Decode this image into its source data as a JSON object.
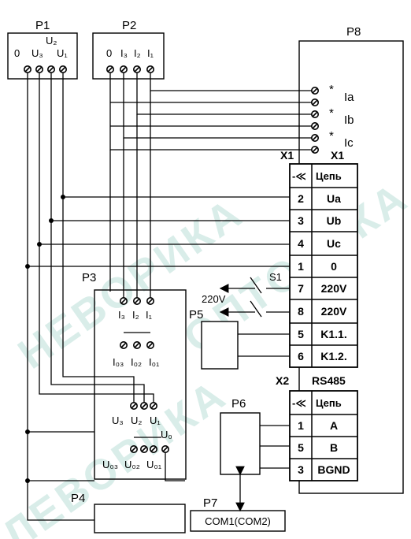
{
  "watermark": {
    "text_1": "НЕВОРИКА",
    "text_2": "ОПТОРИКА",
    "text_3": "ЛЕВОРИКА"
  },
  "p1": {
    "label": "P1",
    "u2": "U₂",
    "zero": "0",
    "u3": "U₃",
    "u1": "U₁"
  },
  "p2": {
    "label": "P2",
    "zero": "0",
    "i3": "I₃",
    "i2": "I₂",
    "i1": "I₁"
  },
  "p3": {
    "label": "P3",
    "i3": "I₃",
    "i2": "I₂",
    "i1": "I₁",
    "i03": "I₀₃",
    "i02": "I₀₂",
    "i01": "I₀₁",
    "u3": "U₃",
    "u2": "U₂",
    "u1": "U₁",
    "u0": "U₀",
    "u03": "U₀₃",
    "u02": "U₀₂",
    "u01": "U₀₁"
  },
  "p4": {
    "label": "P4"
  },
  "p5": {
    "label": "P5"
  },
  "p6": {
    "label": "P6"
  },
  "p7": {
    "label": "P7",
    "text": "COM1(COM2)"
  },
  "p8": {
    "label": "P8",
    "current_inputs": [
      {
        "mark": "*",
        "name": "Ia"
      },
      {
        "mark": "*",
        "name": "Ib"
      },
      {
        "mark": "*",
        "name": "Ic"
      }
    ],
    "x1_left": "X1",
    "x1_right": "X1",
    "x2": "X2",
    "rs485": "RS485"
  },
  "x1_table": {
    "header_icon": "-≪",
    "header_label": "Цепь",
    "rows": [
      {
        "num": "2",
        "name": "Ua"
      },
      {
        "num": "3",
        "name": "Ub"
      },
      {
        "num": "4",
        "name": "Uc"
      },
      {
        "num": "1",
        "name": "0"
      },
      {
        "num": "7",
        "name": "220V"
      },
      {
        "num": "8",
        "name": "220V"
      },
      {
        "num": "5",
        "name": "K1.1."
      },
      {
        "num": "6",
        "name": "K1.2."
      }
    ]
  },
  "x2_table": {
    "header_icon": "-≪",
    "header_label": "Цепь",
    "rows": [
      {
        "num": "1",
        "name": "A"
      },
      {
        "num": "5",
        "name": "B"
      },
      {
        "num": "3",
        "name": "BGND"
      }
    ]
  },
  "switch": {
    "label": "S1",
    "voltage": "220V"
  }
}
